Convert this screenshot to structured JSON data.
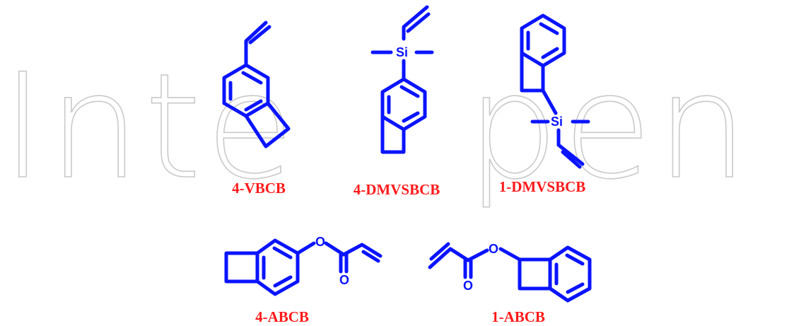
{
  "watermark": {
    "left_text": "Inte",
    "right_text": "pen"
  },
  "colors": {
    "bond": "#0a14ff",
    "label": "#ff1a1a",
    "watermark": "#c9c9c9"
  },
  "molecules": [
    {
      "label": "4-VBCB"
    },
    {
      "label": "4-DMVSBCB",
      "atoms": [
        "Si"
      ]
    },
    {
      "label": "1-DMVSBCB",
      "atoms": [
        "Si"
      ]
    },
    {
      "label": "4-ABCB",
      "atoms": [
        "O",
        "O"
      ]
    },
    {
      "label": "1-ABCB",
      "atoms": [
        "O",
        "O"
      ]
    }
  ]
}
